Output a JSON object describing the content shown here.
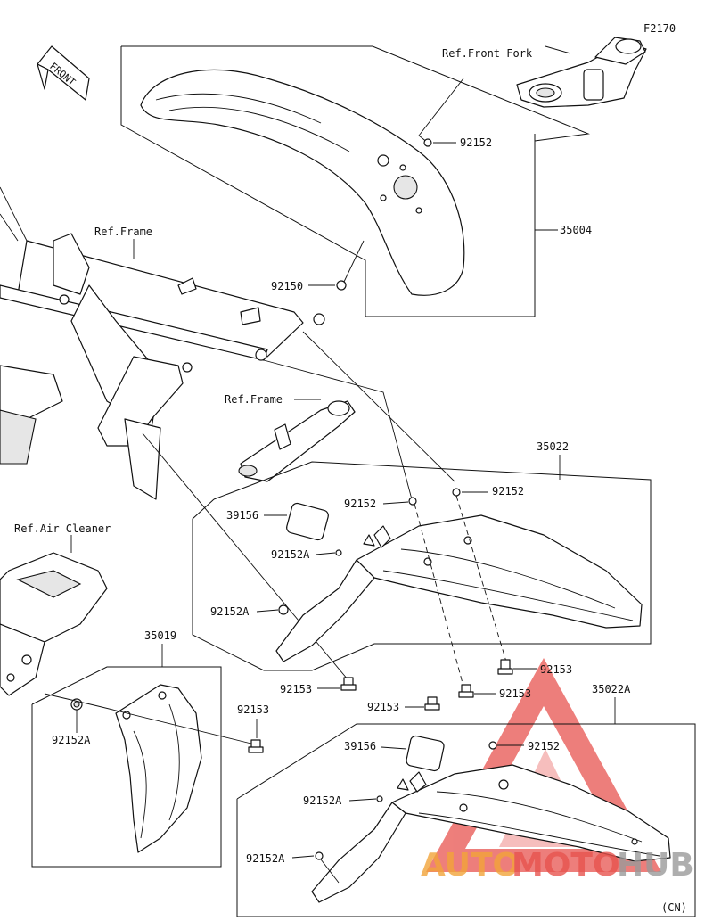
{
  "diagram_code": "F2170",
  "front_label": "FRONT",
  "region_code": "(CN)",
  "references": {
    "front_fork": "Ref.Front Fork",
    "frame_top": "Ref.Frame",
    "frame_mid": "Ref.Frame",
    "air_cleaner": "Ref.Air Cleaner"
  },
  "parts": {
    "p35004": "35004",
    "p35022": "35022",
    "p35022A": "35022A",
    "p35019": "35019",
    "p92152_a": "92152",
    "p92152_b": "92152",
    "p92152_c": "92152",
    "p92152_d": "92152",
    "p92150": "92150",
    "p39156_a": "39156",
    "p39156_b": "39156",
    "p92152A_a": "92152A",
    "p92152A_b": "92152A",
    "p92152A_c": "92152A",
    "p92152A_d": "92152A",
    "p92152A_e": "92152A",
    "p92153_a": "92153",
    "p92153_b": "92153",
    "p92153_c": "92153",
    "p92153_d": "92153",
    "p92153_e": "92153"
  },
  "watermark": {
    "auto": "AUTO",
    "moto": "MOTO",
    "hub": "HUB"
  },
  "colors": {
    "watermark_red": "#e8544f",
    "watermark_orange": "#f2a43a",
    "watermark_gray": "#9a9a9a",
    "line": "#111111"
  }
}
